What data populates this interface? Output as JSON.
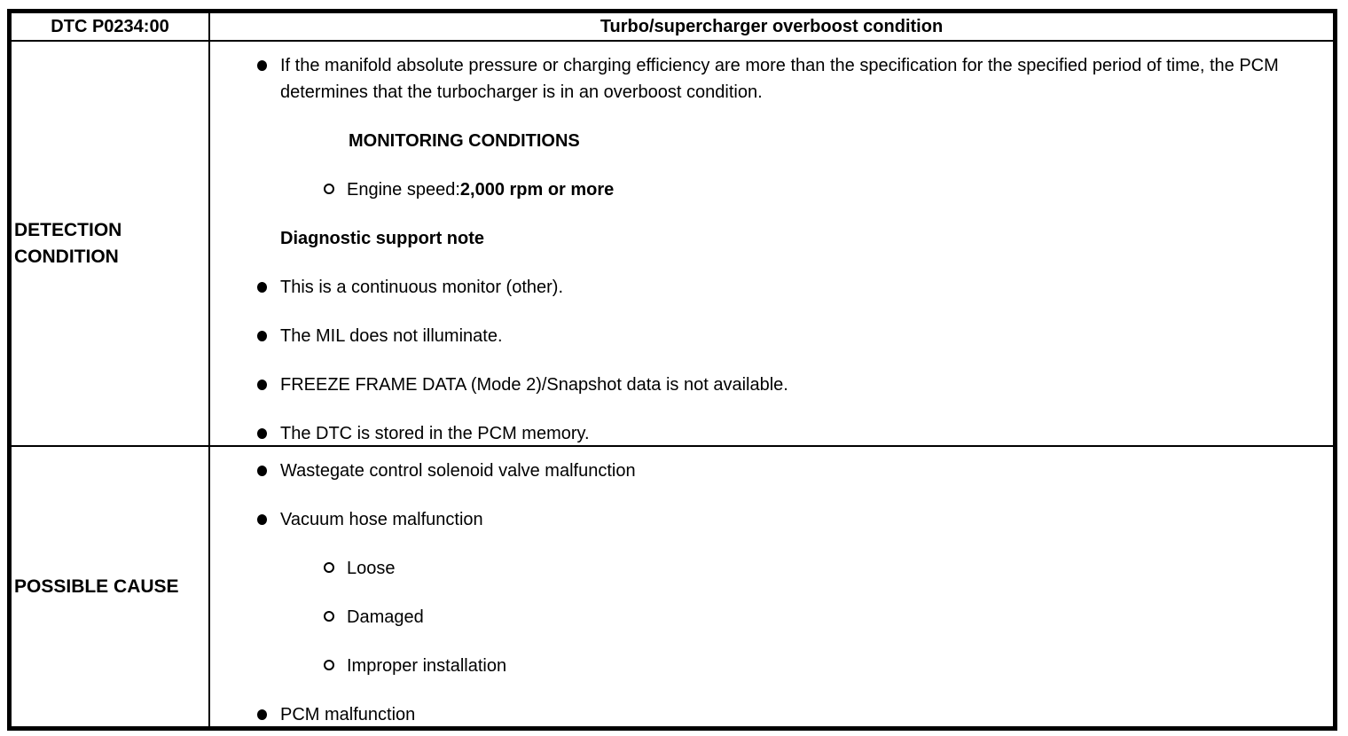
{
  "colors": {
    "text": "#000000",
    "background": "#ffffff",
    "border": "#000000"
  },
  "header": {
    "dtc_code": "DTC P0234:00",
    "title": "Turbo/supercharger overboost condition"
  },
  "rows": [
    {
      "label": "DETECTION CONDITION",
      "items": [
        {
          "kind": "bullet",
          "runs": [
            {
              "text": "If the manifold absolute pressure or charging efficiency are more than the specification for the specified period of time, the PCM determines that the turbocharger is in an overboost condition.",
              "bold": false
            }
          ]
        },
        {
          "kind": "heading2",
          "runs": [
            {
              "text": "MONITORING CONDITIONS",
              "bold": true
            }
          ]
        },
        {
          "kind": "circle",
          "runs": [
            {
              "text": "Engine speed:",
              "bold": false
            },
            {
              "text": "2,000 rpm or more",
              "bold": true
            }
          ]
        },
        {
          "kind": "heading1",
          "runs": [
            {
              "text": "Diagnostic support note",
              "bold": true
            }
          ]
        },
        {
          "kind": "bullet",
          "runs": [
            {
              "text": "This is a continuous monitor (other).",
              "bold": false
            }
          ]
        },
        {
          "kind": "bullet",
          "runs": [
            {
              "text": "The MIL does not illuminate.",
              "bold": false
            }
          ]
        },
        {
          "kind": "bullet",
          "runs": [
            {
              "text": "FREEZE FRAME DATA (Mode 2)/Snapshot data is not available.",
              "bold": false
            }
          ]
        },
        {
          "kind": "bullet",
          "runs": [
            {
              "text": "The DTC is stored in the PCM memory.",
              "bold": false
            }
          ]
        }
      ]
    },
    {
      "label": "POSSIBLE CAUSE",
      "items": [
        {
          "kind": "bullet",
          "runs": [
            {
              "text": "Wastegate control solenoid valve malfunction",
              "bold": false
            }
          ]
        },
        {
          "kind": "bullet",
          "runs": [
            {
              "text": "Vacuum hose malfunction",
              "bold": false
            }
          ]
        },
        {
          "kind": "circle",
          "runs": [
            {
              "text": "Loose",
              "bold": false
            }
          ]
        },
        {
          "kind": "circle",
          "runs": [
            {
              "text": "Damaged",
              "bold": false
            }
          ]
        },
        {
          "kind": "circle",
          "runs": [
            {
              "text": "Improper installation",
              "bold": false
            }
          ]
        },
        {
          "kind": "bullet",
          "runs": [
            {
              "text": "PCM malfunction",
              "bold": false
            }
          ]
        }
      ]
    }
  ]
}
